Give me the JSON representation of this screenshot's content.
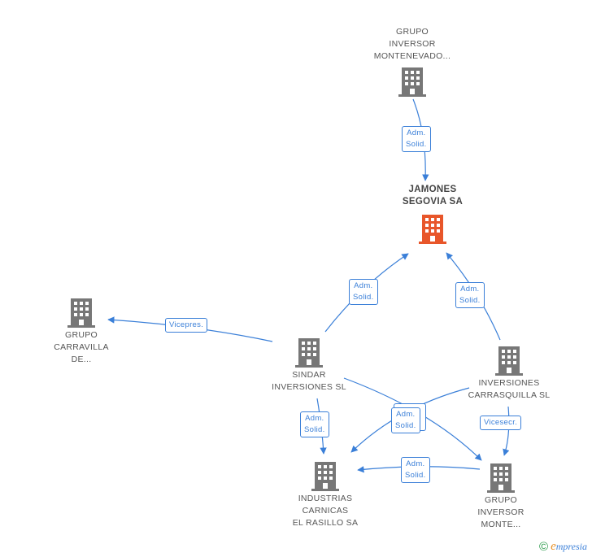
{
  "colors": {
    "edge": "#3a7fd8",
    "node": "#777777",
    "main": "#e8562a"
  },
  "nodes": {
    "montenevado": {
      "lines": [
        "GRUPO",
        "INVERSOR",
        "MONTENEVADO..."
      ]
    },
    "jamones": {
      "lines": [
        "JAMONES",
        "SEGOVIA SA"
      ]
    },
    "carravilla": {
      "lines": [
        "GRUPO",
        "CARRAVILLA",
        "DE..."
      ]
    },
    "sindar": {
      "lines": [
        "SINDAR",
        "INVERSIONES SL"
      ]
    },
    "carrasquilla": {
      "lines": [
        "INVERSIONES",
        "CARRASQUILLA SL"
      ]
    },
    "rasillo": {
      "lines": [
        "INDUSTRIAS",
        "CARNICAS",
        "EL RASILLO SA"
      ]
    },
    "monte": {
      "lines": [
        "GRUPO",
        "INVERSOR",
        "MONTE..."
      ]
    }
  },
  "edges": {
    "e1": {
      "lines": [
        "Adm.",
        "Solid."
      ]
    },
    "e2": {
      "lines": [
        "Adm.",
        "Solid."
      ]
    },
    "e3": {
      "lines": [
        "Adm.",
        "Solid."
      ]
    },
    "e4": {
      "lines": [
        "Vicepres."
      ]
    },
    "e5": {
      "lines": [
        "Adm.",
        "Solid."
      ]
    },
    "e6": {
      "lines": [
        "Adm.",
        "Solid."
      ]
    },
    "e7": {
      "lines": [
        "Vicesecr."
      ]
    },
    "e8": {
      "lines": [
        "Adm.",
        "Solid."
      ]
    }
  },
  "footer": {
    "copyright": "©",
    "brand_first": "e",
    "brand_rest": "mpresia"
  }
}
